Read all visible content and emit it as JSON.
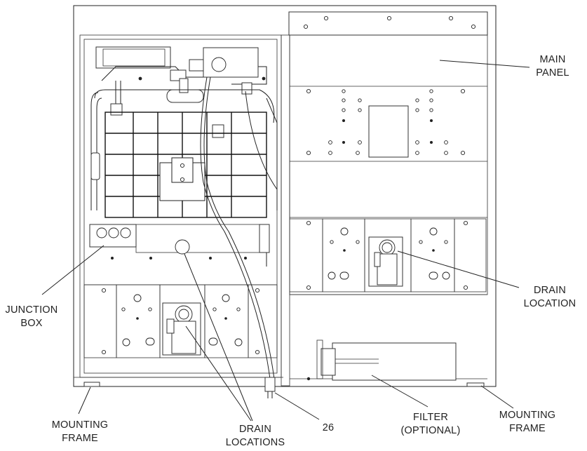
{
  "labels": {
    "main_panel": "MAIN\nPANEL",
    "junction_box": "JUNCTION\nBOX",
    "drain_location": "DRAIN\nLOCATION",
    "drain_locations": "DRAIN\nLOCATIONS",
    "filter": "FILTER\n(OPTIONAL)",
    "mounting_frame_left": "MOUNTING\nFRAME",
    "mounting_frame_right": "MOUNTING\nFRAME",
    "part_number": "26"
  }
}
